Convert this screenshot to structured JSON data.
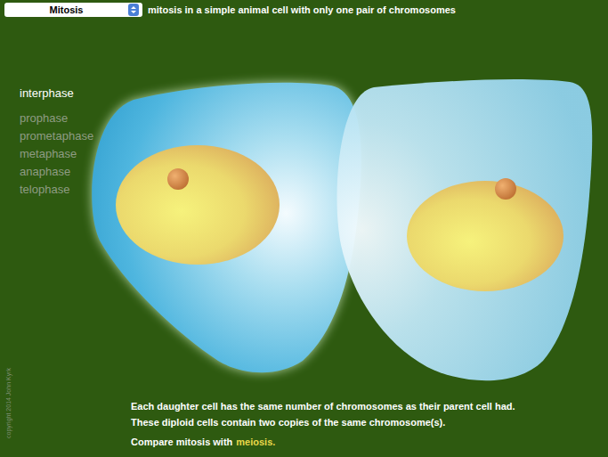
{
  "diagram": {
    "title": "mitosis in a simple animal cell with only one pair of chromosomes",
    "nodes": [
      {
        "text": [
          "Mitosis"
        ]
      }
    ],
    "labels": [
      "interphase",
      "prophase",
      "prometaphase",
      "metaphase",
      "anaphase",
      "telophase",
      "Each daughter cell has the same number of chromosomes as their parent cell had.",
      "These diploid cells contain two copies of the same chromosome(s).",
      "Compare mitosis with",
      "meiosis.",
      "copyright 2014 John Kyrk"
    ]
  }
}
